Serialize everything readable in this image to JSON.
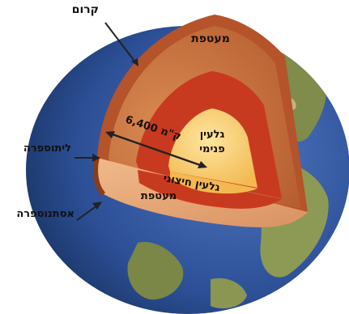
{
  "labels": {
    "crust": "קרום",
    "mantle_top": "מעטפת",
    "lithosphere": "ליתוספרה",
    "asthenosphere": "אסתנוספרה",
    "mantle_bottom": "מעטפת",
    "inner_core_line1": "גלעין",
    "inner_core_line2": "פנימי",
    "outer_core": "גלעין חיצוני",
    "radius": "6,400 ק\"מ"
  },
  "colors": {
    "ocean": "#2c4f96",
    "land": "#7d8c4a",
    "crust": "#b5532a",
    "mantle": "#c8703e",
    "outer_core": "#c83a1f",
    "inner_core": "#f6c766",
    "cut_face": "#e2a373"
  }
}
